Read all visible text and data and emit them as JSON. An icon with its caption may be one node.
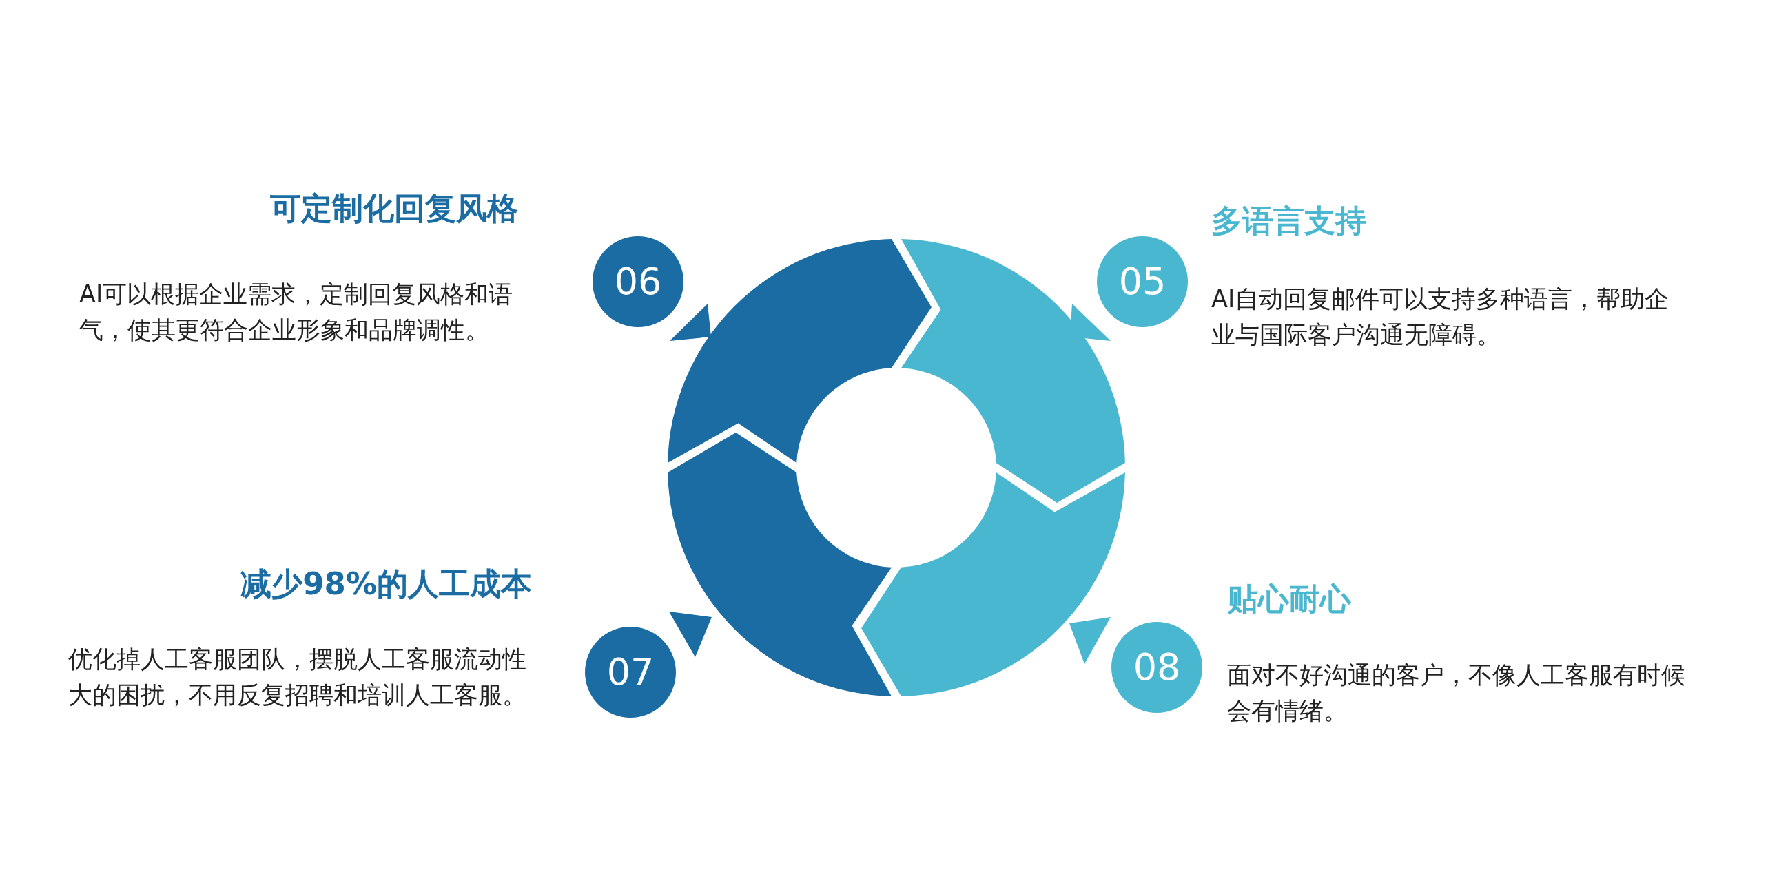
{
  "diagram": {
    "nodes": [
      {
        "text": [
          "06"
        ],
        "beside": [
          "可定制化回复风格",
          "AI可以根据企业需求，定制回复风格和语气，使其更符合企业形象和品牌调性。"
        ]
      },
      {
        "text": [
          "05"
        ],
        "beside": [
          "多语言支持",
          "AI自动回复邮件可以支持多种语言，帮助企业与国际客户沟通无障碍。"
        ]
      },
      {
        "text": [
          "07"
        ],
        "beside": [
          "减少98%的人工成本",
          "优化掉人工客服团队，摆脱人工客服流动性大的困扰，不用反复招聘和培训人工客服。"
        ]
      },
      {
        "text": [
          "08"
        ],
        "beside": [
          "贴心耐心",
          "面对不好沟通的客户，不像人工客服有时候会有情绪。"
        ]
      },
      {
        "text": [],
        "shape": "arrow"
      },
      {
        "text": [],
        "shape": "arrow"
      },
      {
        "text": [],
        "shape": "arrow"
      },
      {
        "text": [],
        "shape": "arrow"
      }
    ]
  }
}
